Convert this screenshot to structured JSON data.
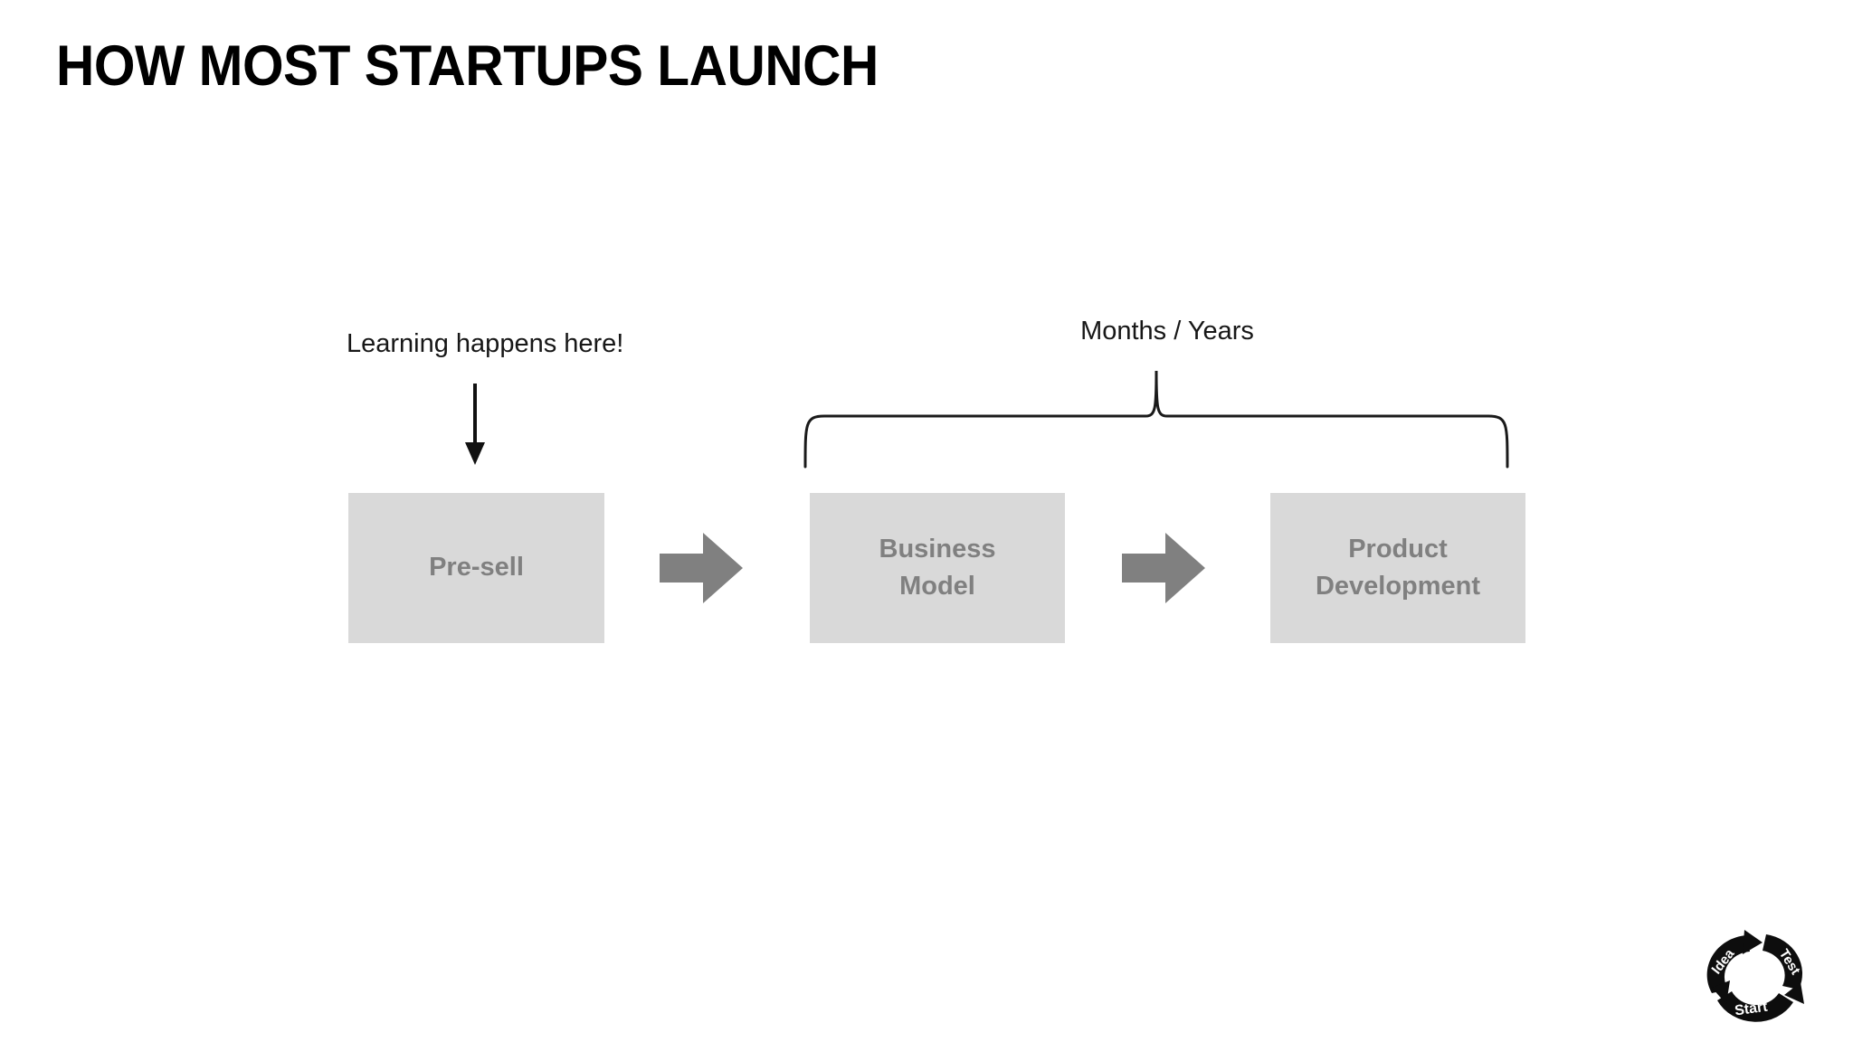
{
  "slide": {
    "title": "HOW MOST STARTUPS LAUNCH",
    "background_color": "#ffffff"
  },
  "colors": {
    "box_fill": "#d9d9d9",
    "box_text": "#808080",
    "arrow_fill": "#808080",
    "annotation_text": "#171717",
    "title_text": "#000000",
    "logo": "#000000"
  },
  "annotations": {
    "learning": {
      "label": "Learning happens here!",
      "arrow_icon": "down-arrow-icon",
      "points_to": "Pre-sell"
    },
    "duration": {
      "label": "Months / Years",
      "brace_icon": "curly-brace-icon",
      "spans": [
        "Business Model",
        "Product Development"
      ]
    }
  },
  "process": {
    "steps": [
      {
        "id": "presell",
        "label": "Pre-sell"
      },
      {
        "id": "business",
        "label": "Business\nModel"
      },
      {
        "id": "product",
        "label": "Product\nDevelopment"
      }
    ],
    "connectors": [
      {
        "id": "connector-1",
        "icon": "right-block-arrow-icon"
      },
      {
        "id": "connector-2",
        "icon": "right-block-arrow-icon"
      }
    ]
  },
  "logo": {
    "name": "idea-test-start-cycle-logo",
    "segments": [
      "Idea",
      "Test",
      "Start"
    ]
  }
}
